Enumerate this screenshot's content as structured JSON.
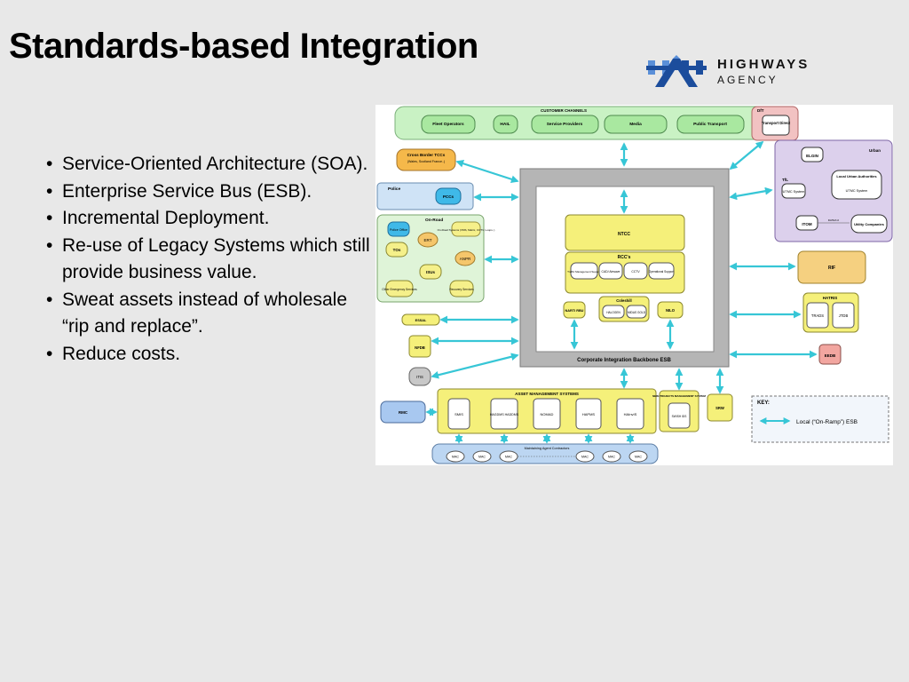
{
  "title": "Standards-based Integration",
  "logo": {
    "line1": "HIGHWAYS",
    "line2": "AGENCY",
    "icon": "highways-agency-bridge-icon",
    "color": "#1c4d9c"
  },
  "bullets": [
    "Service-Oriented Architecture (SOA).",
    "Enterprise Service Bus (ESB).",
    "Incremental Deployment.",
    "Re-use of Legacy Systems which still provide business value.",
    "Sweat assets instead of wholesale “rip and replace”.",
    "Reduce costs."
  ],
  "diagram": {
    "customer_channels": {
      "label": "CUSTOMER CHANNELS",
      "items": [
        "Fleet Operators",
        "HAIL",
        "Service Providers",
        "Media",
        "Public Transport"
      ]
    },
    "dft": {
      "label": "DfT",
      "item": "Transport Direct"
    },
    "cross_border": {
      "label": "Cross Border TCCs",
      "sub": "(Wales, Scotland France..)"
    },
    "police": {
      "label": "Police",
      "item": "PCCs"
    },
    "onroad": {
      "label": "On-Road",
      "items": [
        "Police Office",
        "On-Road Systems (VMS, Matrix, CCTV, Loops..)",
        "ERT",
        "TOs",
        "ANPR",
        "ISUs",
        "Other Emergency Services",
        "Recovery Services"
      ]
    },
    "urban": {
      "label": "Urban",
      "items": [
        "ELGIN",
        "TfL",
        "UTMC System",
        "Local Urban Authorities",
        "UTMC System",
        "ITOM",
        "DATEX-II",
        "Utility Companies"
      ]
    },
    "esb": {
      "label": "Corporate Integration Backbone ESB",
      "ntcc": "NTCC",
      "rcc_label": "RCC's",
      "rcc_items": [
        "Traffic Management Support",
        "CAD/ Airwave",
        "CCTV",
        "Operational Support"
      ],
      "coleshill_label": "Coleshill",
      "coleshill_items": [
        "HALOGEN",
        "MIDAS GOLD"
      ],
      "narti": "NARTI RBU",
      "nilo": "NILO"
    },
    "rif": "RIF",
    "hatris": {
      "label": "HATRIS",
      "items": [
        "TRADS",
        "JTDB"
      ]
    },
    "eedb": "EEDB",
    "essal": "ESSAL",
    "nfdb": "NFDB",
    "itis": "ITIS",
    "rmc": "RMC",
    "asset_management": {
      "label": "ASSET MANAGEMENT SYSTEMS",
      "items": [
        "SMIS",
        "HAGDMS HADDMS",
        "NOMAD",
        "HAPMS",
        "HAInvIS"
      ]
    },
    "new_projects": {
      "label": "NEW PROJECTS MANAGEMENT SYSTEM",
      "item": "SWISH IDS"
    },
    "srw": "SRW",
    "mac": {
      "label": "Maintaining Agent Contractors",
      "items": [
        "MAC",
        "MAC",
        "MAC",
        "MAC",
        "MAC",
        "MAC"
      ]
    },
    "key": {
      "label": "KEY:",
      "item": "Local (“On-Ramp”) ESB"
    }
  }
}
